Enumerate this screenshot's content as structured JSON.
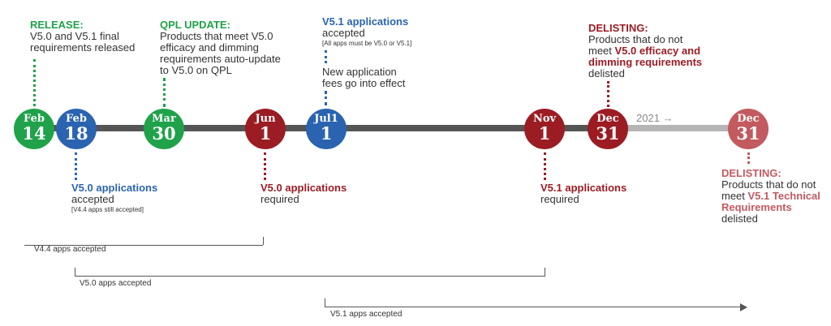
{
  "colors": {
    "green": "#1fa24a",
    "blue": "#2a64b0",
    "red": "#9c1c24",
    "pink": "#c25a5f",
    "track": "#555555",
    "track_light": "#b5b5b5"
  },
  "milestones": [
    {
      "month": "Feb",
      "day": "14"
    },
    {
      "month": "Feb",
      "day": "18"
    },
    {
      "month": "Mar",
      "day": "30"
    },
    {
      "month": "Jun",
      "day": "1"
    },
    {
      "month": "Jul1",
      "day": "1"
    },
    {
      "month": "Nov",
      "day": "1"
    },
    {
      "month": "Dec",
      "day": "31"
    },
    {
      "month": "Dec",
      "day": "31"
    }
  ],
  "year_marker": "2021",
  "arrow_glyph": "→",
  "release": {
    "title": "RELEASE:",
    "lines": [
      "V5.0 and V5.1 final",
      "requirements released"
    ]
  },
  "qpl": {
    "title": "QPL UPDATE:",
    "lines": [
      "Products that meet V5.0",
      "efficacy and dimming",
      "requirements auto-update",
      "to V5.0 on QPL"
    ]
  },
  "v51_accepted": {
    "title": "V5.1 applications",
    "line2": "accepted",
    "note": "[All apps must be V5.0 or V5.1]"
  },
  "fees": {
    "lines": [
      "New application",
      "fees go into effect"
    ]
  },
  "delisting_1": {
    "title": "DELISTING:",
    "line1": "Products that do not",
    "line2_a": "meet ",
    "line2_b": "V5.0 efficacy and",
    "line3": "dimming requirements",
    "line4": "delisted"
  },
  "v50_accepted": {
    "title": "V5.0 applications",
    "line2": "accepted",
    "note": "[V4.4 apps still accepted]"
  },
  "v50_required": {
    "title": "V5.0 applications",
    "line2": "required"
  },
  "v51_required": {
    "title": "V5.1 applications",
    "line2": "required"
  },
  "delisting_2": {
    "title": "DELISTING:",
    "line1": "Products that do not",
    "line2_a": "meet ",
    "line2_b": "V5.1 Technical",
    "line3": "Requirements",
    "line4": "delisted"
  },
  "ranges": {
    "v44": "V4.4 apps accepted",
    "v50": "V5.0 apps accepted",
    "v51": "V5.1 apps accepted"
  }
}
